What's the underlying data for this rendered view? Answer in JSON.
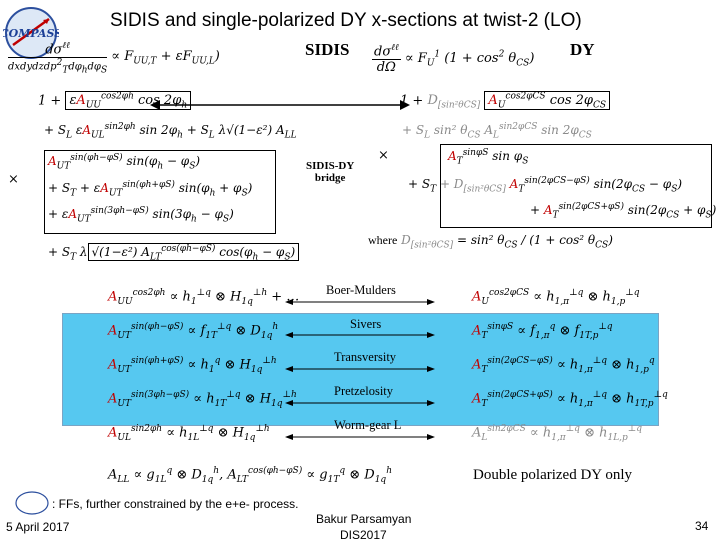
{
  "title": "SIDIS and single-polarized DY x-sections at twist-2 (LO)",
  "logo_text": "COMPASS",
  "headers": {
    "sidis": "SIDIS",
    "dy": "DY"
  },
  "bridge_label": "SIDIS-DY\nbridge",
  "where_label": "where",
  "arrow_labels": {
    "boer_mulders": "Boer-Mulders",
    "sivers": "Sivers",
    "transversity": "Transversity",
    "pretzelosity": "Pretzelosity",
    "worm_gear": "Worm-gear L"
  },
  "double_polarized": "Double polarized DY only",
  "footnote": ": FFs, further constrained by the e+e- process.",
  "date": "5 April 2017",
  "author": "Bakur Parsamyan",
  "conference": "DIS2017",
  "page_number": "34",
  "colors": {
    "highlight": "#56c8f0",
    "accent": "#c00000",
    "muted": "#8a8a8a"
  }
}
